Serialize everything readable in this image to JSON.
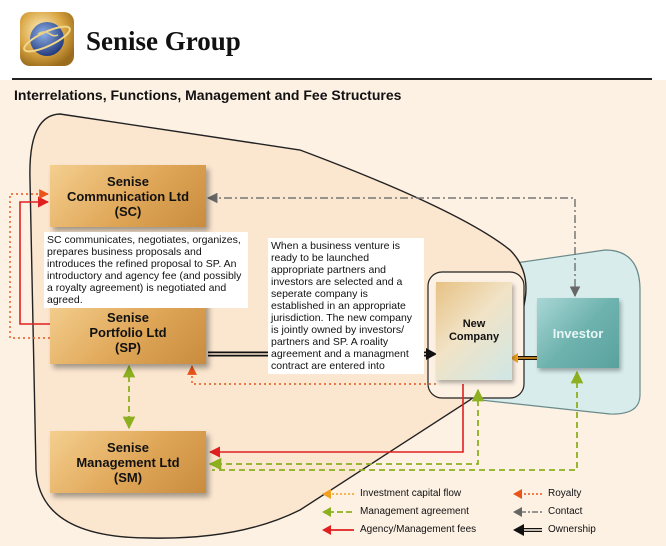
{
  "header": {
    "brand": "Senise Group",
    "subtitle": "Interrelations, Functions, Management and Fee Structures"
  },
  "boxes": {
    "sc": "Senise\nCommunication Ltd\n(SC)",
    "sp": "Senise\nPortfolio Ltd\n(SP)",
    "sm": "Senise\nManagement Ltd\n(SM)",
    "new_company": "New\nCompany",
    "investor": "Investor"
  },
  "notes": {
    "sc_note": "SC communicates, negotiates, organizes, prepares business proposals and introduces the refined proposal to SP. An introductory and agency fee (and possibly a royalty agreement) is negotiated and agreed.",
    "venture_note": "When a business venture is ready to be launched appropriate partners and investors are selected and a seperate company is established in an appropriate jurisdiction. The new company is jointly owned by investors/ partners and SP. A roality agreement and a managment contract are entered into"
  },
  "legend": [
    {
      "label": "Investment capital flow",
      "style": "dotted",
      "color": "#f0a020"
    },
    {
      "label": "Royalty",
      "style": "dotted",
      "color": "#e8541a"
    },
    {
      "label": "Management agreement",
      "style": "dashed",
      "color": "#8db020"
    },
    {
      "label": "Contact",
      "style": "dashdot",
      "color": "#777777"
    },
    {
      "label": "Agency/Management fees",
      "style": "solid",
      "color": "#e02020"
    },
    {
      "label": "Ownership",
      "style": "double",
      "color": "#111111"
    }
  ],
  "colors": {
    "investment": "#f0a020",
    "royalty": "#e8541a",
    "management": "#8db020",
    "contact": "#777777",
    "fees": "#e02020",
    "ownership": "#111111"
  }
}
